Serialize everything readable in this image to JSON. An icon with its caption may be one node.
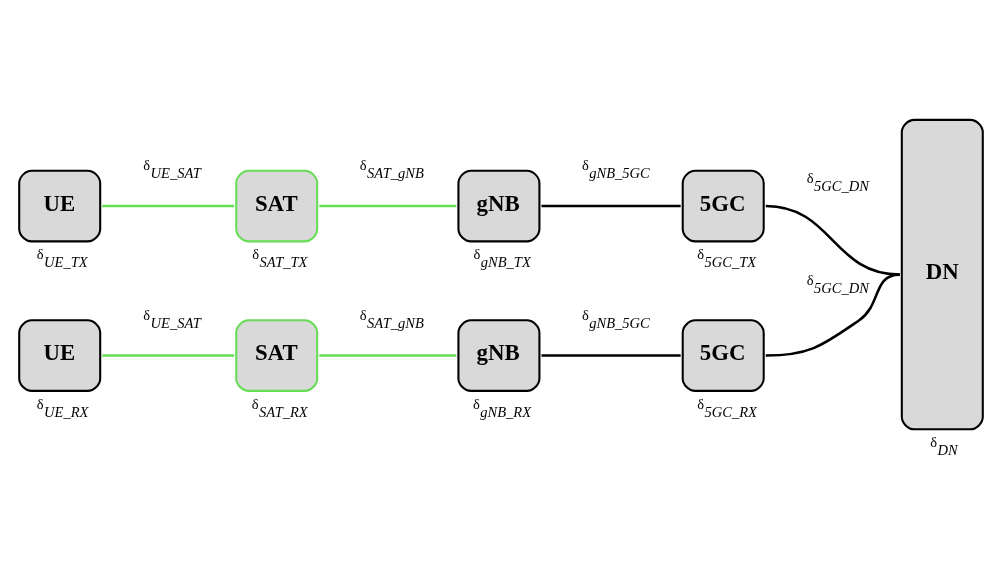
{
  "diagram": {
    "nodes": [
      {
        "text": [
          "UE"
        ],
        "beside": [
          "δ$_{UE_TX}$"
        ]
      },
      {
        "text": [
          "SAT"
        ],
        "beside": [
          "δ$_{SAT_TX}$"
        ]
      },
      {
        "text": [
          "gNB"
        ],
        "beside": [
          "δ$_{gNB_TX}$"
        ]
      },
      {
        "text": [
          "5GC"
        ],
        "beside": [
          "δ$_{5GC_TX}$"
        ]
      },
      {
        "text": [
          "DN"
        ],
        "beside": [
          "δ$_{DN}$"
        ]
      },
      {
        "text": [
          "UE"
        ],
        "beside": [
          "δ$_{UE_RX}$"
        ]
      },
      {
        "text": [
          "SAT"
        ],
        "beside": [
          "δ$_{SAT_RX}$"
        ]
      },
      {
        "text": [
          "gNB"
        ],
        "beside": [
          "δ$_{gNB_RX}$"
        ]
      },
      {
        "text": [
          "5GC"
        ],
        "beside": [
          "δ$_{5GC_RX}$"
        ]
      }
    ],
    "edges": [
      {
        "from": 0,
        "to": 1,
        "arrow": "none",
        "color": "#66dd55",
        "label": "δ$_{UE_SAT}$"
      },
      {
        "from": 1,
        "to": 2,
        "arrow": "none",
        "color": "#66dd55",
        "label": "δ$_{SAT_gNB}$"
      },
      {
        "from": 2,
        "to": 3,
        "arrow": "none",
        "color": "#000000",
        "label": "δ$_{gNB_5GC}$"
      },
      {
        "from": 3,
        "to": 4,
        "arrow": "none",
        "color": "#000000",
        "label": "δ$_{5GC_DN}$"
      },
      {
        "from": 5,
        "to": 6,
        "arrow": "none",
        "color": "#66dd55",
        "label": "δ$_{UE_SAT}$"
      },
      {
        "from": 6,
        "to": 7,
        "arrow": "none",
        "color": "#66dd55",
        "label": "δ$_{SAT_gNB}$"
      },
      {
        "from": 7,
        "to": 8,
        "arrow": "none",
        "color": "#000000",
        "label": "δ$_{gNB_5GC}$"
      },
      {
        "from": 8,
        "to": 4,
        "arrow": "none",
        "color": "#000000",
        "label": "δ$_{5GC_DN}$"
      }
    ]
  }
}
